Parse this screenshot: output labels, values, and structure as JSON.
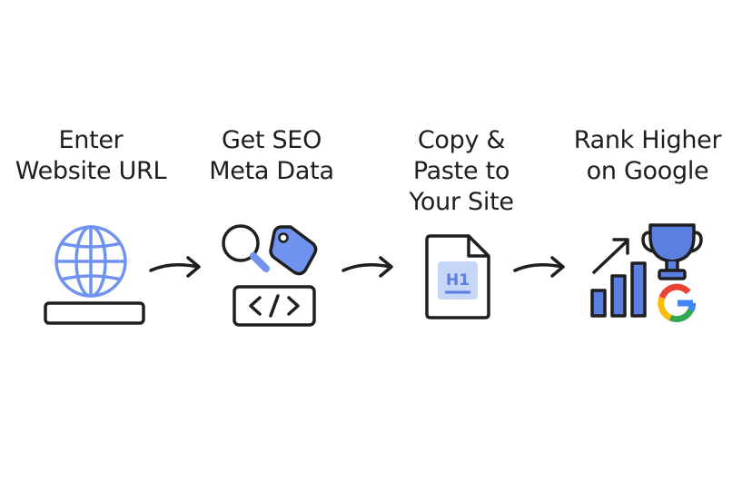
{
  "steps": [
    {
      "lines": [
        "Enter",
        "Website URL"
      ],
      "icon": "globe-icon"
    },
    {
      "lines": [
        "Get SEO",
        "Meta Data"
      ],
      "icon": "search-tag-code-icon"
    },
    {
      "lines": [
        "Copy &",
        "Paste to",
        "Your Site"
      ],
      "icon": "h1-document-icon"
    },
    {
      "lines": [
        "Rank Higher",
        "on Google"
      ],
      "icon": "trophy-chart-google-icon"
    }
  ],
  "icons": {
    "h1_text": "H1"
  },
  "colors": {
    "accent_blue": "#6f93ee",
    "accent_light": "#c7d6f7",
    "outline": "#1f1f1f",
    "google_blue": "#4285F4",
    "google_red": "#EA4335",
    "google_yellow": "#FBBC05",
    "google_green": "#34A853"
  }
}
